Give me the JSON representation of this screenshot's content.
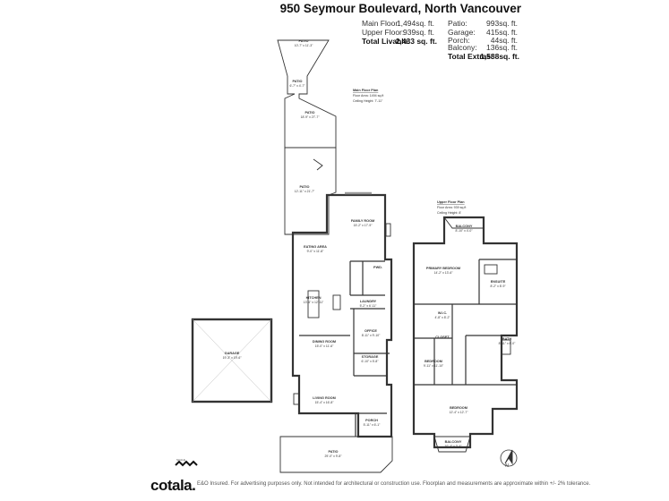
{
  "header": {
    "title": "950 Seymour Boulevard, North Vancouver",
    "areas_left": [
      {
        "label": "Main Floor:",
        "value": "1,494sq. ft."
      },
      {
        "label": "Upper Floor:",
        "value": "939sq. ft."
      }
    ],
    "total_livable": {
      "label": "Total Livable:",
      "value": "2,433 sq. ft."
    },
    "areas_right": [
      {
        "label": "Patio:",
        "value": "993sq. ft."
      },
      {
        "label": "Garage:",
        "value": "415sq. ft."
      },
      {
        "label": "Porch:",
        "value": "44sq. ft."
      },
      {
        "label": "Balcony:",
        "value": "136sq. ft."
      }
    ],
    "total_extras": {
      "label": "Total Extras:",
      "value": "1,588sq. ft."
    }
  },
  "main_floor": {
    "title": "Main Floor Plan",
    "area": "Floor Area: 1494 sq.ft",
    "ceiling": "Ceiling Height: 7'-11\""
  },
  "upper_floor": {
    "title": "Upper Floor Plan",
    "area": "Floor Area: 939 sq.ft",
    "ceiling": "Ceiling Height: 8'"
  },
  "rooms": {
    "patio_top": {
      "name": "PATIO",
      "dim": "10'-7\" x 11'-3\""
    },
    "patio_2": {
      "name": "PATIO",
      "dim": "6'-7\" x 4'-7\""
    },
    "patio_3": {
      "name": "PATIO",
      "dim": "18'-9\" x 27'-7\""
    },
    "patio_4": {
      "name": "PATIO",
      "dim": "12'-11\" x 21'-7\""
    },
    "family": {
      "name": "FAMILY ROOM",
      "dim": "15'-2\" x 17'-9\""
    },
    "eating": {
      "name": "EATING AREA",
      "dim": "9'-0\" x 11'-8\""
    },
    "pwd": {
      "name": "PWD.",
      "dim": ""
    },
    "kitchen": {
      "name": "KITCHEN",
      "dim": "13'-4\" x 12'-11\""
    },
    "laundry": {
      "name": "LAUNDRY",
      "dim": "5'-2\" x 6'-11\""
    },
    "office": {
      "name": "OFFICE",
      "dim": "8'-11\" x 9'-10\""
    },
    "dining": {
      "name": "DINING ROOM",
      "dim": "15'-0\" x 11'-6\""
    },
    "storage": {
      "name": "STORAGE",
      "dim": "6'-10\" x 5'-8\""
    },
    "living": {
      "name": "LIVING ROOM",
      "dim": "15'-4\" x 16'-8\""
    },
    "porch": {
      "name": "PORCH",
      "dim": "5'-11\" x 6'-1\""
    },
    "patio_bottom": {
      "name": "PATIO",
      "dim": "29'-0\" x 9'-8\""
    },
    "garage": {
      "name": "GARAGE",
      "dim": "19'-3\" x 19'-6\""
    },
    "balcony_top": {
      "name": "BALCONY",
      "dim": "8'-10\" x 4'-0\""
    },
    "primary": {
      "name": "PRIMARY BEDROOM",
      "dim": "14'-2\" x 13'-6\""
    },
    "ensuite": {
      "name": "ENSUITE",
      "dim": "8'-2\" x 8'-9\""
    },
    "wic": {
      "name": "W.I.C.",
      "dim": "4'-8\" x 8'-2\""
    },
    "closet": {
      "name": "CLOSET",
      "dim": ""
    },
    "bath": {
      "name": "BATH",
      "dim": "8'-11\" x 6'-0\""
    },
    "bed2": {
      "name": "BEDROOM",
      "dim": "9'-11\" x 11'-10\""
    },
    "bed3": {
      "name": "BEDROOM",
      "dim": "12'-4\" x 12'-7\""
    },
    "balcony_bottom": {
      "name": "BALCONY",
      "dim": "10'-4\" x 3'-4\""
    }
  },
  "north_label": "N",
  "scale_label": "SCALE",
  "footer": {
    "logo": "cotala.",
    "disclaimer": "E&O Insured. For advertising purposes only. Not intended for architectural or construction use. Floorplan and measurements are approximate within +/- 2% tolerance."
  }
}
